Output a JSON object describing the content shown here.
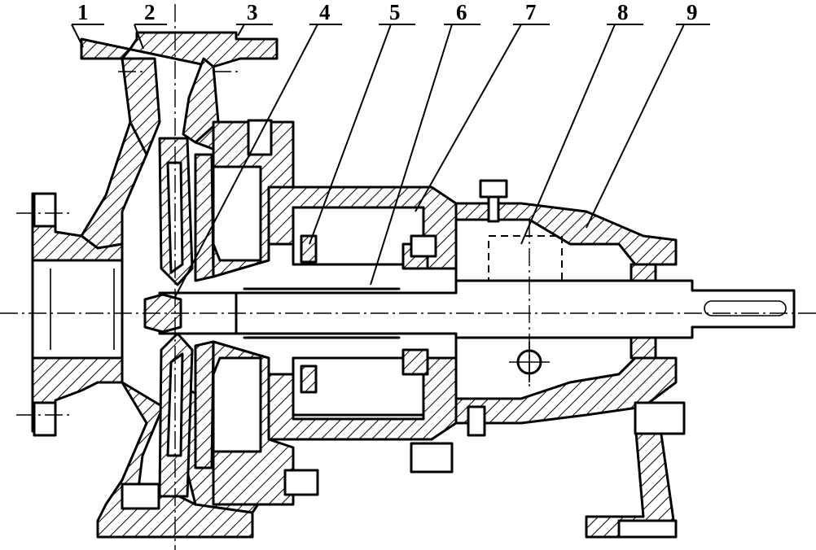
{
  "callouts": [
    {
      "num": "1"
    },
    {
      "num": "2"
    },
    {
      "num": "3"
    },
    {
      "num": "4"
    },
    {
      "num": "5"
    },
    {
      "num": "6"
    },
    {
      "num": "7"
    },
    {
      "num": "8"
    },
    {
      "num": "9"
    }
  ]
}
